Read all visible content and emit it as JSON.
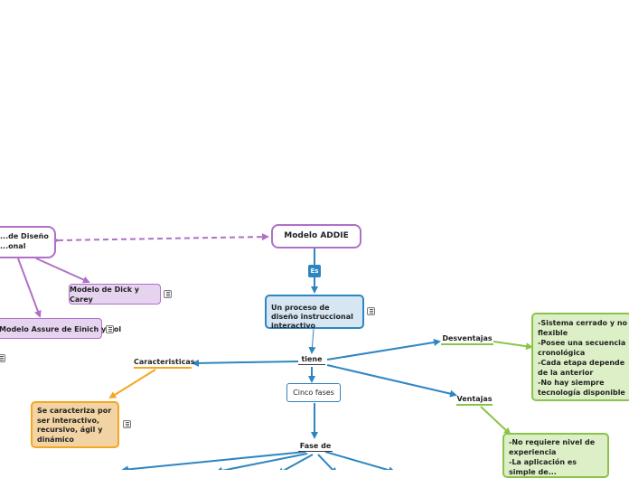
{
  "nodes": {
    "modelo_addie": "Modelo ADDIE",
    "modelos_diseno_partial": "...de Diseño\n...onal",
    "dick_carey": "Modelo de Dick y Carey",
    "assure": "Modelo Assure de Einich y Col",
    "proceso": "Un proceso de diseño instruccional interactivo",
    "es": "Es",
    "tiene": "tiene",
    "cinco_fases": "Cinco fases",
    "fase_de": "Fase de",
    "caracteristicas": "Caracteristicas",
    "caracteristicas_detail": "Se caracteriza por ser interactivo, recursivo, ágil y dinámico",
    "desventajas": "Desventajas",
    "desventajas_detail": "-Sistema cerrado y no flexible\n-Posee una secuencia cronológica\n-Cada etapa depende de la anterior\n-No hay siempre tecnología disponible",
    "ventajas": "Ventajas",
    "ventajas_detail": "-No requiere nivel de experiencia\n-La aplicación es simple de..."
  },
  "colors": {
    "blue": "#2e86c1",
    "purple": "#b06fc8",
    "purple_fill": "#e6d3ef",
    "green": "#8bc34a",
    "green_fill": "#dcefc6",
    "orange": "#f5a623",
    "orange_fill": "#f2d4a4",
    "blue_fill": "#d6e6f2"
  },
  "icons": [
    "note-icon"
  ]
}
